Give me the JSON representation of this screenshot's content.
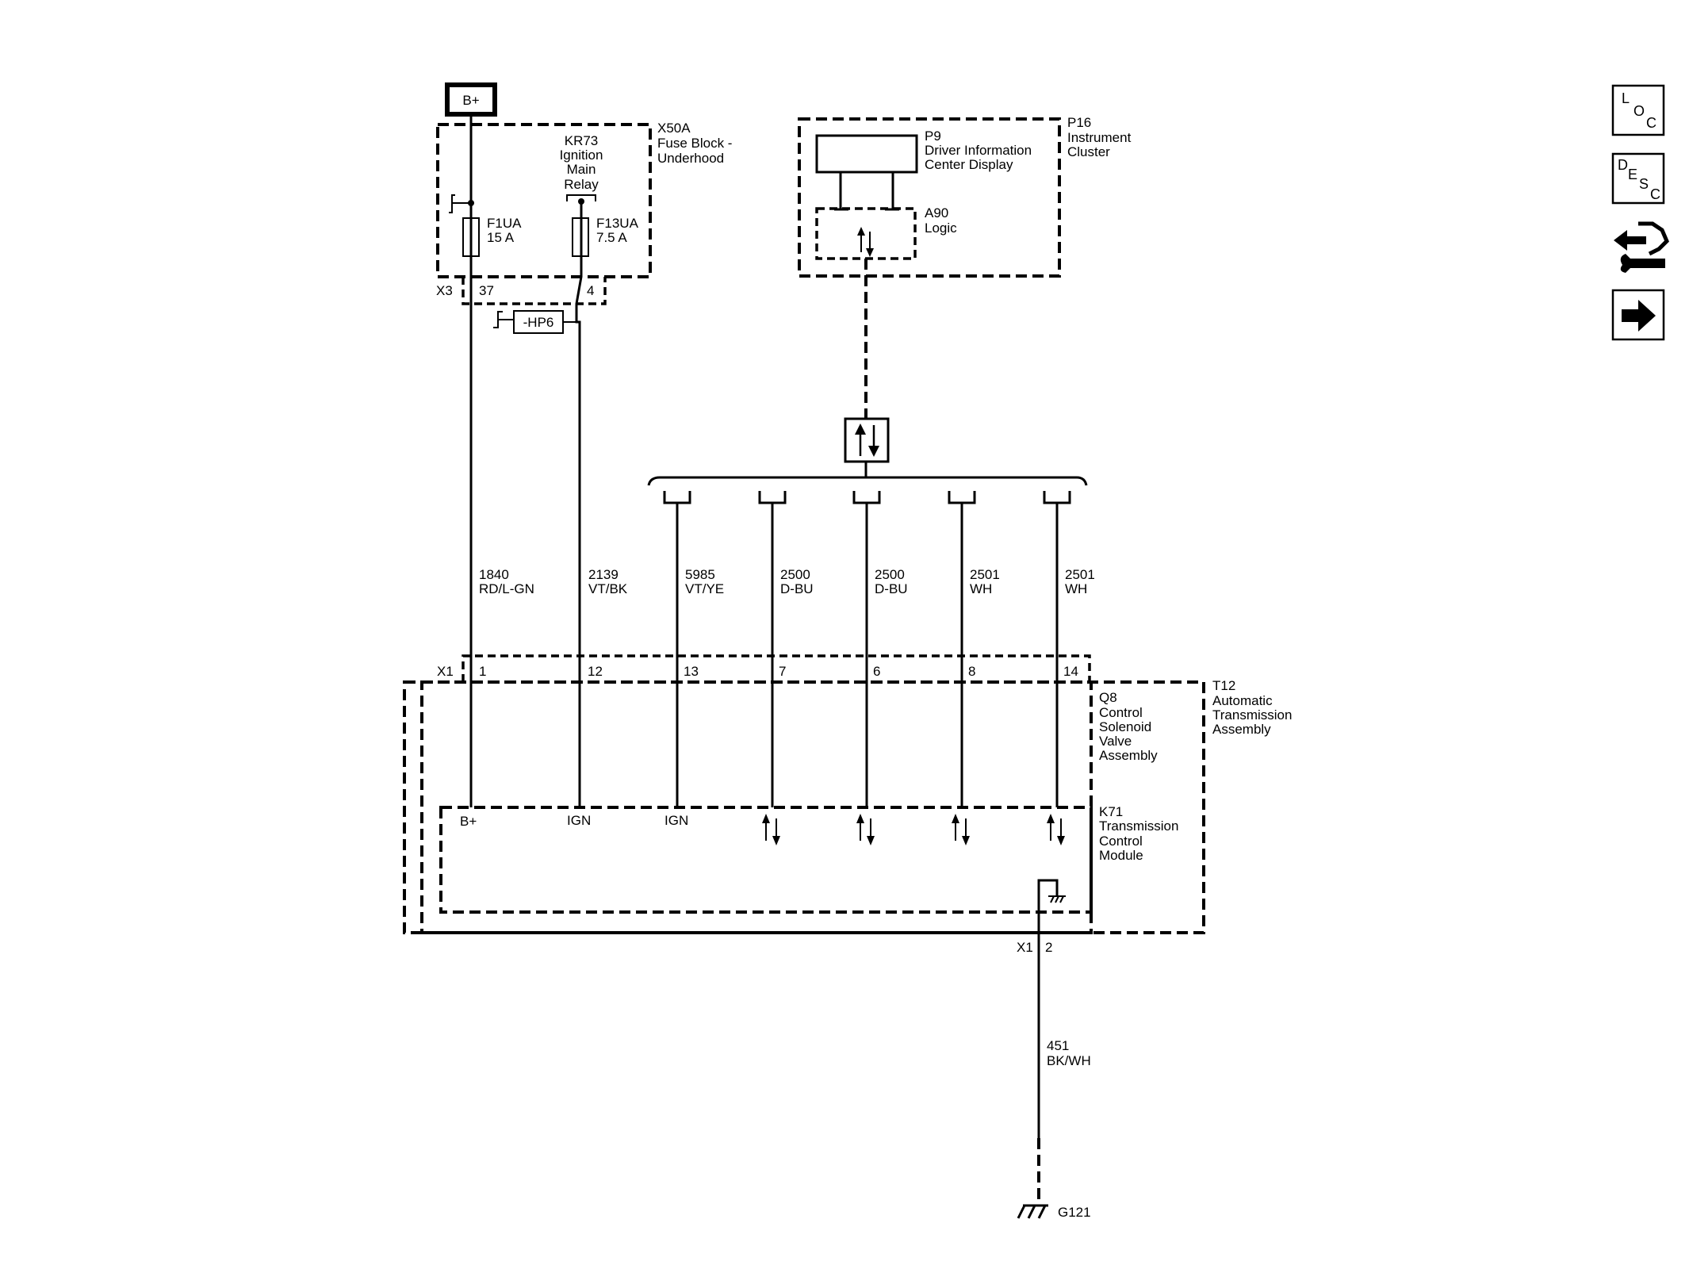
{
  "power_source": "B+",
  "fuse_block": {
    "id": "X50A",
    "name_line1": "Fuse Block -",
    "name_line2": "Underhood",
    "relay": [
      "KR73",
      "Ignition",
      "Main",
      "Relay"
    ],
    "fuse1": {
      "id": "F1UA",
      "rating": "15 A"
    },
    "fuse2": {
      "id": "F13UA",
      "rating": "7.5 A"
    },
    "connector": "X3",
    "pin_a": "37",
    "pin_b": "4",
    "option": "-HP6"
  },
  "cluster": {
    "id": "P16",
    "name_line1": "Instrument",
    "name_line2": "Cluster",
    "display_id": "P9",
    "display_line1": "Driver Information",
    "display_line2": "Center Display",
    "logic_id": "A90",
    "logic_name": "Logic"
  },
  "wires": [
    {
      "circuit": "1840",
      "color": "RD/L-GN",
      "pin": "1",
      "terminal": "B+"
    },
    {
      "circuit": "2139",
      "color": "VT/BK",
      "pin": "12",
      "terminal": "IGN"
    },
    {
      "circuit": "5985",
      "color": "VT/YE",
      "pin": "13",
      "terminal": "IGN"
    },
    {
      "circuit": "2500",
      "color": "D-BU",
      "pin": "7",
      "terminal": ""
    },
    {
      "circuit": "2500",
      "color": "D-BU",
      "pin": "6",
      "terminal": ""
    },
    {
      "circuit": "2501",
      "color": "WH",
      "pin": "8",
      "terminal": ""
    },
    {
      "circuit": "2501",
      "color": "WH",
      "pin": "14",
      "terminal": ""
    }
  ],
  "module_connector": "X1",
  "solenoid_assembly": [
    "Q8",
    "Control",
    "Solenoid",
    "Valve",
    "Assembly"
  ],
  "transmission_assembly": [
    "T12",
    "Automatic",
    "Transmission",
    "Assembly"
  ],
  "tcm": [
    "K71",
    "Transmission",
    "Control",
    "Module"
  ],
  "ground": {
    "connector": "X1",
    "pin": "2",
    "circuit": "451",
    "color": "BK/WH",
    "id": "G121"
  },
  "nav": {
    "loc": [
      "L",
      "O",
      "C"
    ],
    "desc": [
      "D",
      "E",
      "S",
      "C"
    ],
    "icons": [
      "connector-swap-icon",
      "arrow-right-icon"
    ]
  }
}
